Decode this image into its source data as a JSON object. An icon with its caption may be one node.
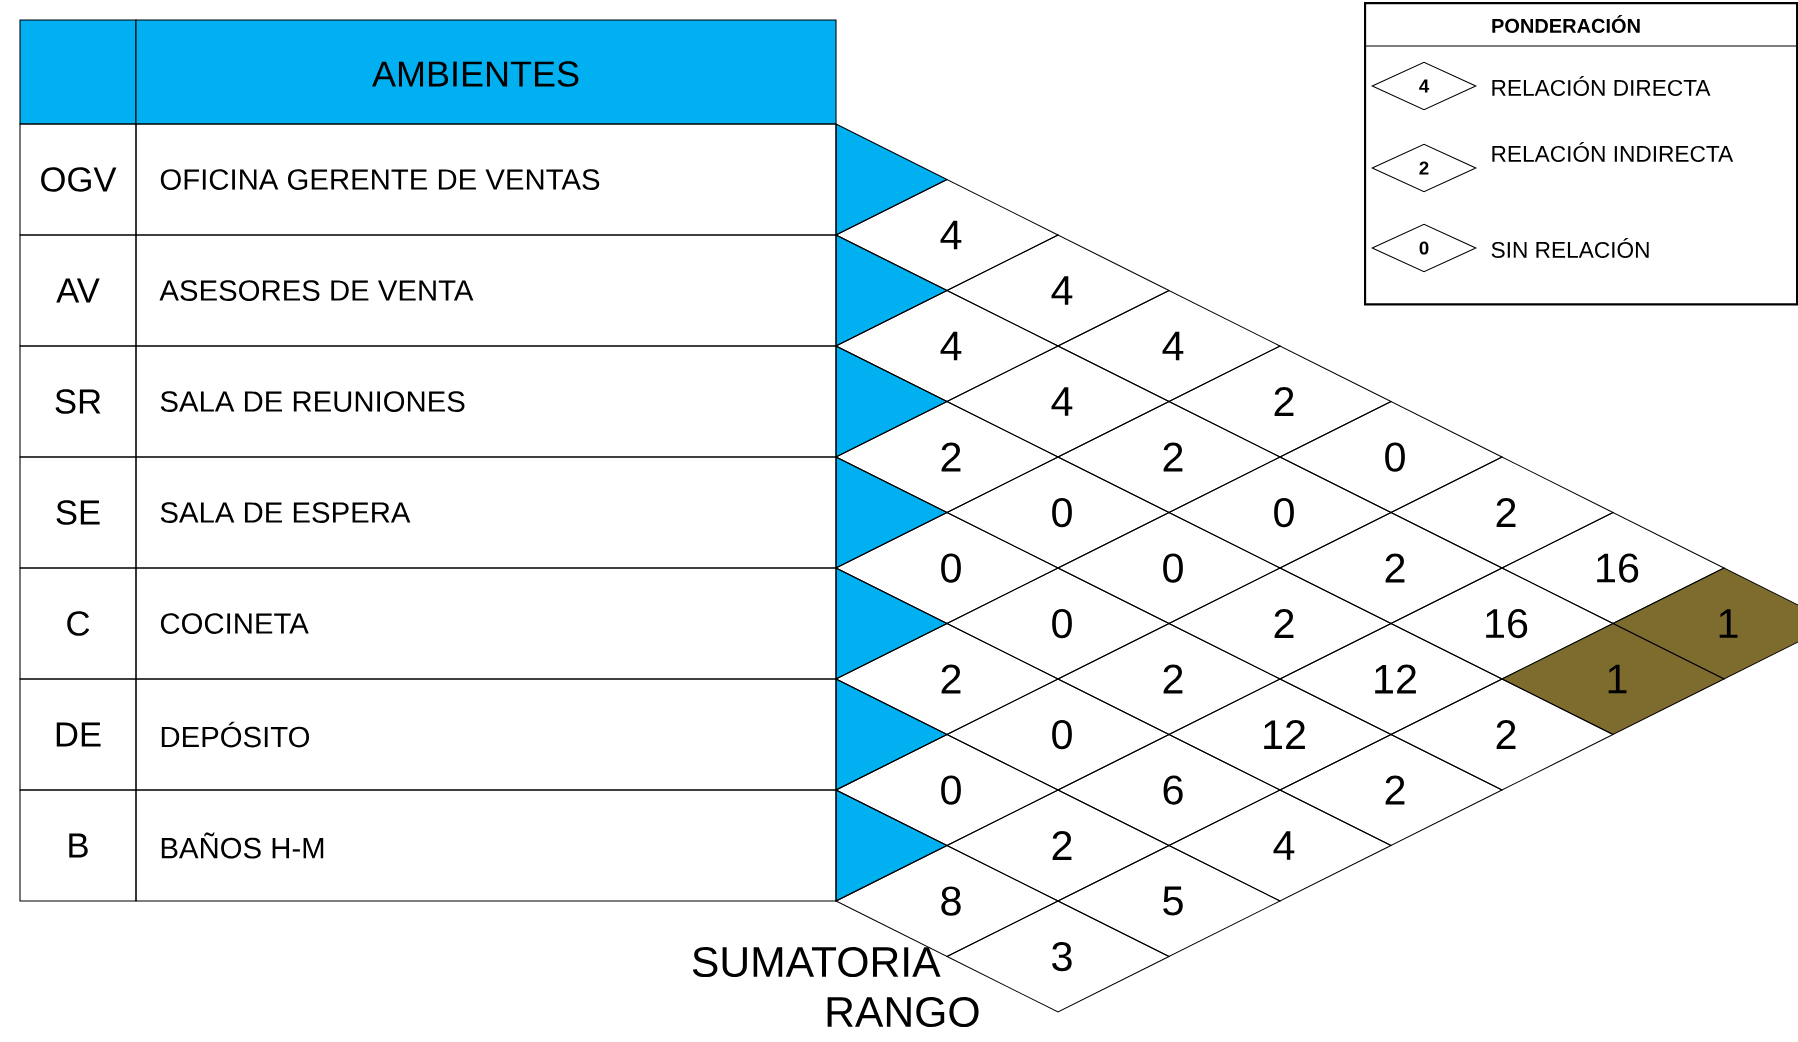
{
  "diagram": {
    "nodes": [
      {
        "text": [
          "PONDERACIÓN"
        ]
      },
      {
        "text": [
          "4"
        ],
        "in": 0,
        "beside": [
          "RELACIÓN DIRECTA"
        ]
      },
      {
        "text": [
          "2"
        ],
        "in": 0,
        "beside": [
          "RELACIÓN INDIRECTA"
        ]
      },
      {
        "text": [
          "0"
        ],
        "in": 0,
        "beside": [
          "SIN RELACIÓN"
        ]
      }
    ],
    "edges": [],
    "labels": [
      "AMBIENTES",
      "OGV",
      "OFICINA GERENTE DE VENTAS",
      "AV",
      "ASESORES DE VENTA",
      "SR",
      "SALA DE REUNIONES",
      "SE",
      "SALA DE ESPERA",
      "C",
      "COCINETA",
      "DE",
      "DEPÓSITO",
      "B",
      "BAÑOS H-M",
      "4",
      "4",
      "4",
      "4",
      "4",
      "2",
      "2",
      "2",
      "0",
      "0",
      "0",
      "2",
      "0",
      "0",
      "2",
      "16",
      "0",
      "2",
      "16",
      "1",
      "2",
      "2",
      "12",
      "1",
      "0",
      "12",
      "2",
      "0",
      "6",
      "2",
      "2",
      "4",
      "8",
      "5",
      "SUMATORIA",
      "3",
      "RANGO"
    ]
  }
}
